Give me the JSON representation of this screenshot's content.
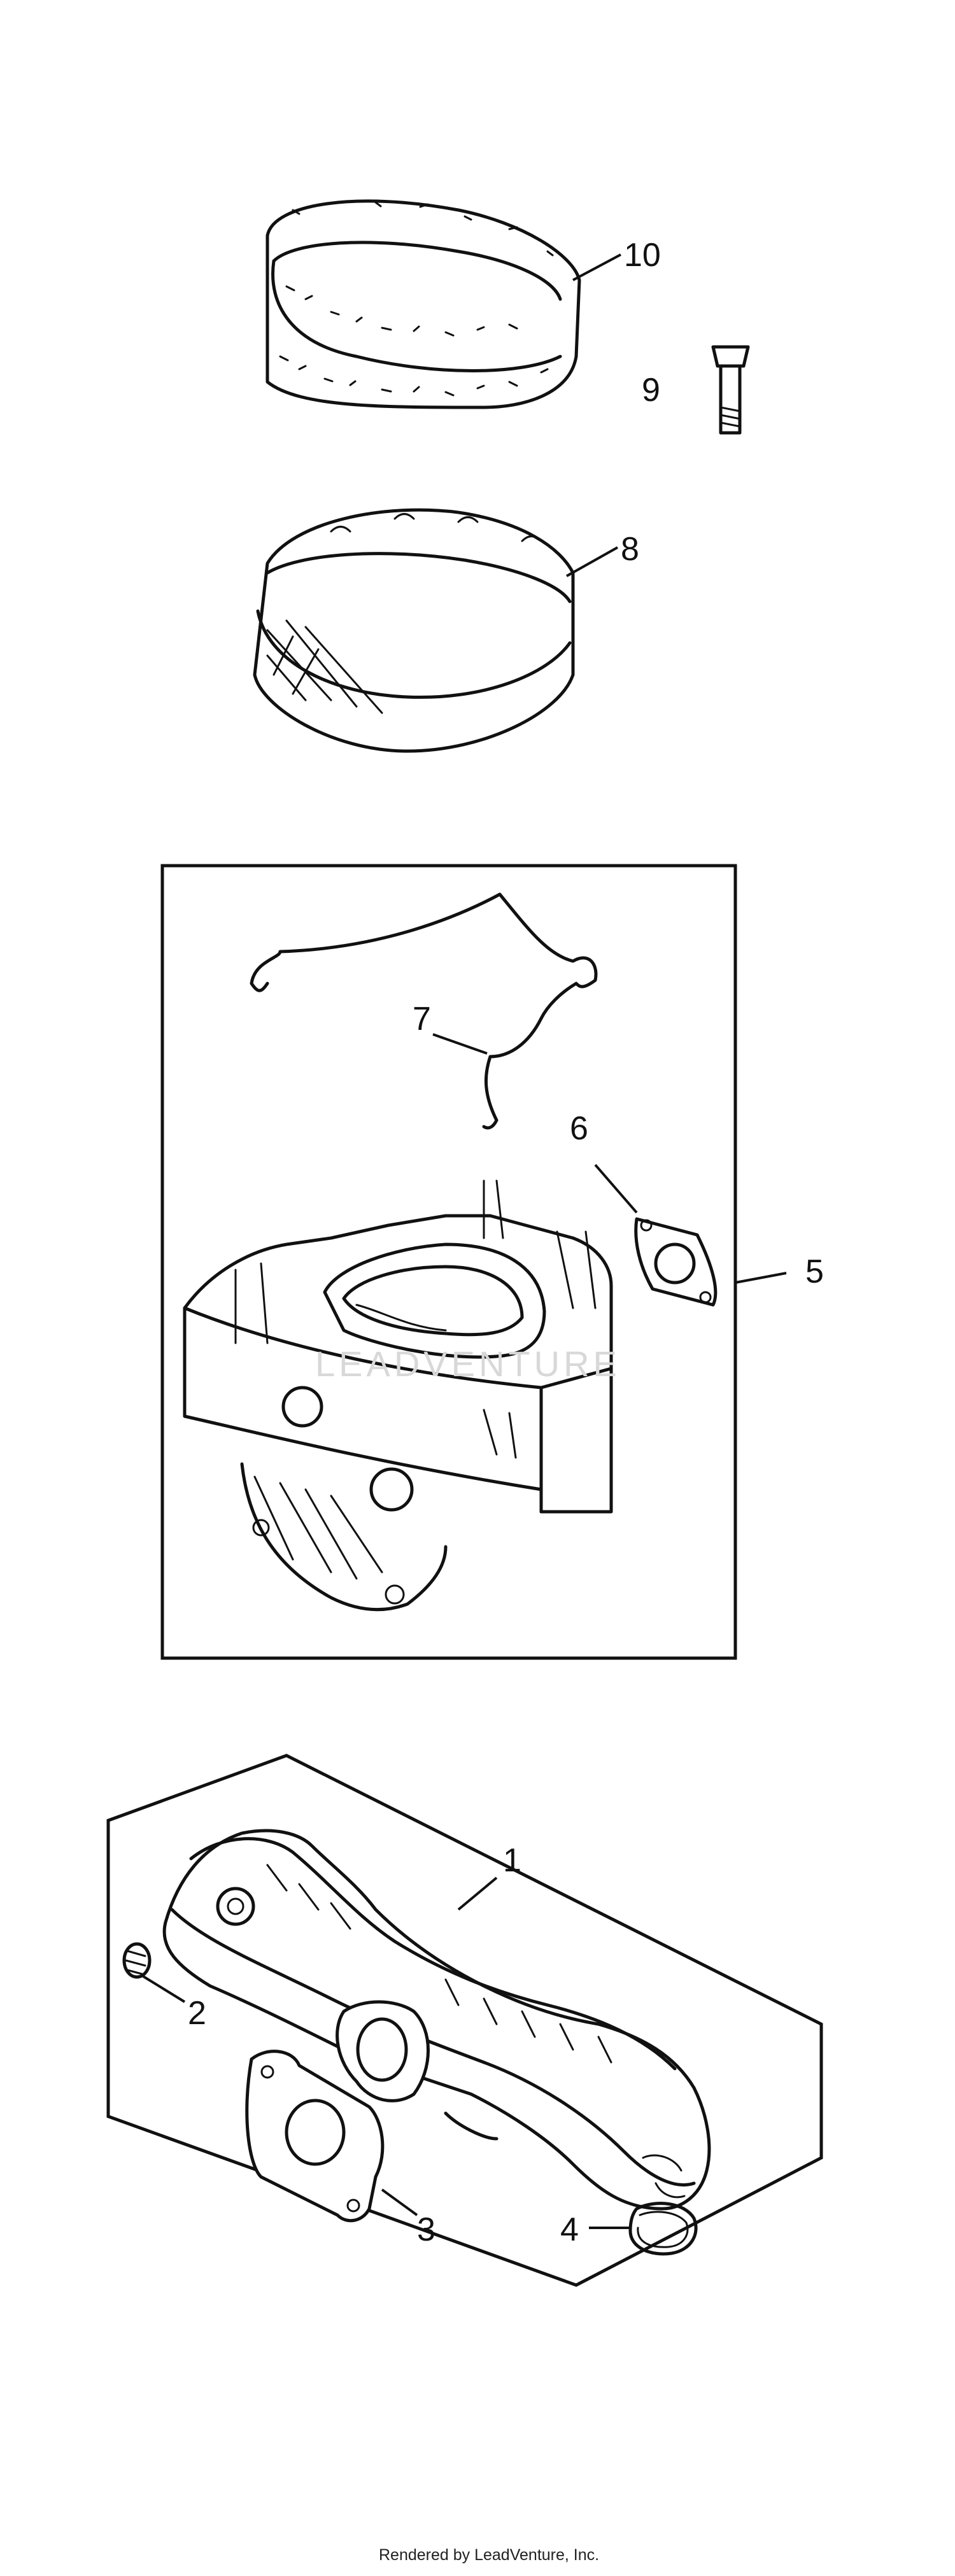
{
  "callouts": {
    "c1": "1",
    "c2": "2",
    "c3": "3",
    "c4": "4",
    "c5": "5",
    "c6": "6",
    "c7": "7",
    "c8": "8",
    "c9": "9",
    "c10": "10"
  },
  "watermark": "LEADVENTURE",
  "footer": {
    "credit": "Rendered by LeadVenture, Inc."
  }
}
